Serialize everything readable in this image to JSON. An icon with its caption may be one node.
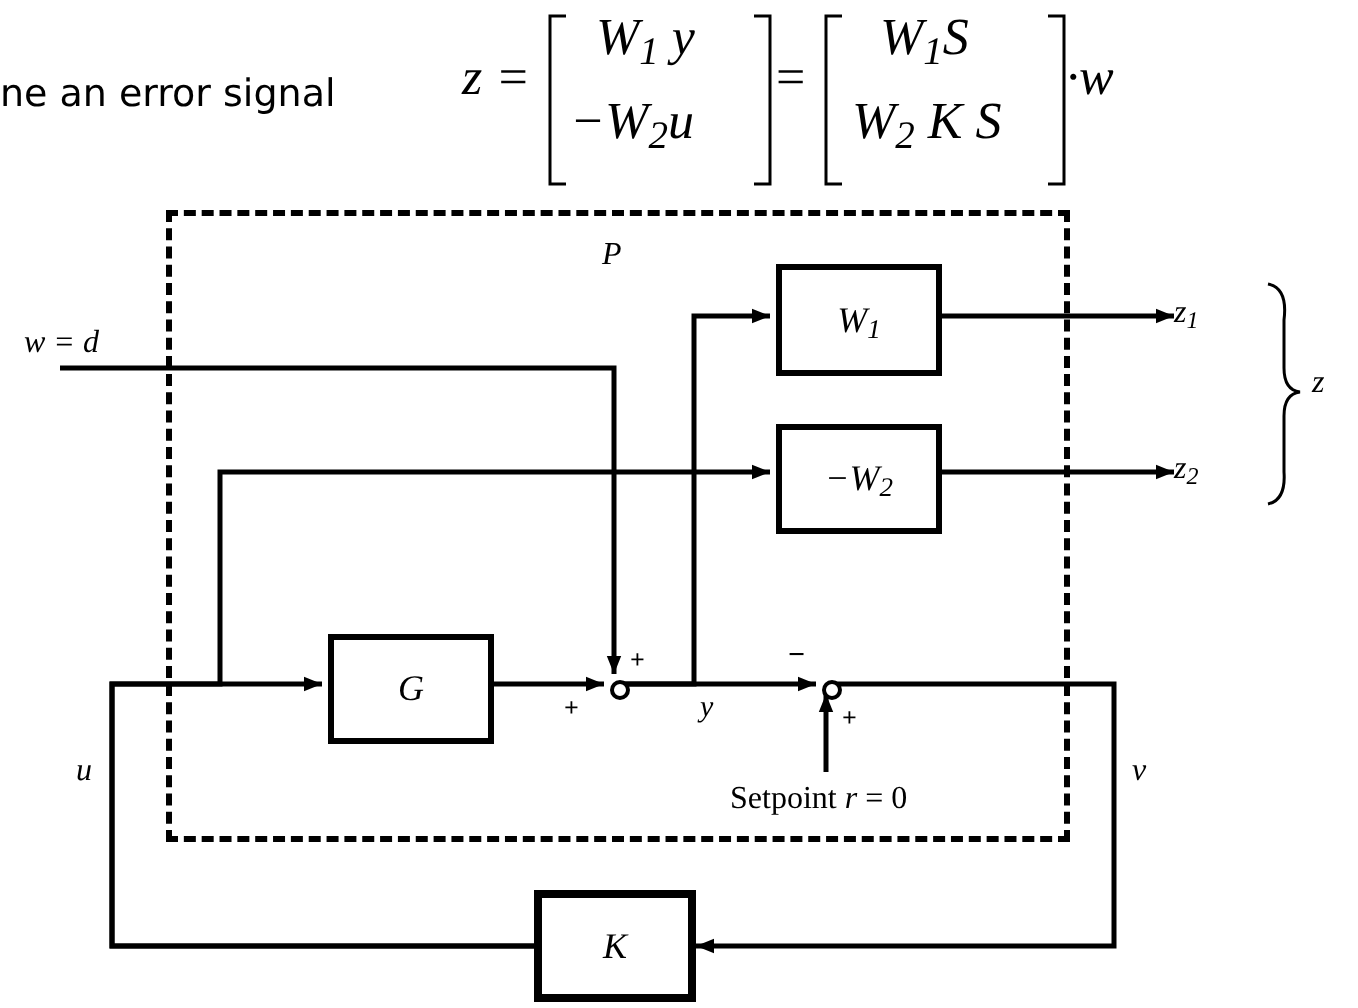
{
  "diagram": {
    "nodes": [
      {
        "text": [
          "P"
        ]
      },
      {
        "text": [
          "W$_{1}$"
        ],
        "in": 0
      },
      {
        "text": [
          "−W$_{2}$"
        ],
        "in": 0
      },
      {
        "text": [
          "G"
        ],
        "in": 0
      },
      {
        "text": [],
        "shape": "circle",
        "in": 0
      },
      {
        "text": [],
        "shape": "circle",
        "in": 0
      },
      {
        "text": [
          "K"
        ]
      },
      {
        "text": [
          "w = d"
        ]
      },
      {
        "text": [
          "z$_{1}$"
        ]
      },
      {
        "text": [
          "z$_{2}$"
        ]
      },
      {
        "text": [
          "Setpoint *r* = 0"
        ],
        "in": 0
      }
    ],
    "edges": [
      {
        "from": 7,
        "to": 4,
        "arrow": "to"
      },
      {
        "from": 3,
        "to": 4,
        "arrow": "to"
      },
      {
        "from": 4,
        "to": 1,
        "arrow": "to"
      },
      {
        "from": 4,
        "to": 5,
        "arrow": "to"
      },
      {
        "from": 10,
        "to": 5,
        "arrow": "to"
      },
      {
        "from": 5,
        "to": 6,
        "arrow": "to"
      },
      {
        "from": 6,
        "to": 3,
        "arrow": "to"
      },
      {
        "from": 6,
        "to": 2,
        "arrow": "to"
      },
      {
        "from": 1,
        "to": 8,
        "arrow": "to"
      },
      {
        "from": 2,
        "to": 9,
        "arrow": "to"
      }
    ],
    "labels": [
      "ne an error signal",
      "z =",
      "W$_{1}$ y",
      "−W$_{2}$u",
      "=",
      "W$_{1}$S",
      "W$_{2}$ K S",
      "·w",
      "+",
      "+",
      "y",
      "−",
      "+",
      "u",
      "v",
      "z"
    ]
  }
}
